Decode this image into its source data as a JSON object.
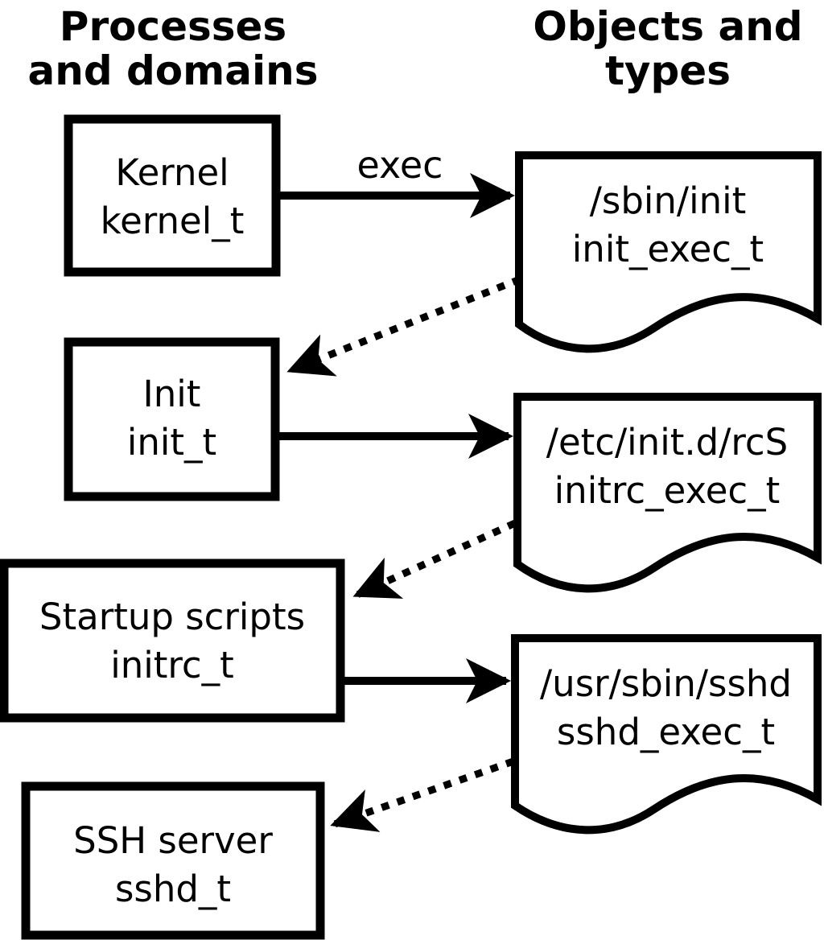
{
  "diagram": {
    "column_headers": [
      {
        "id": "processes",
        "text": "Processes\nand domains"
      },
      {
        "id": "objects",
        "text": "Objects and\ntypes"
      }
    ],
    "process_nodes": [
      {
        "id": "kernel",
        "process": "Kernel",
        "domain": "kernel_t",
        "label": "Kernel\nkernel_t"
      },
      {
        "id": "init",
        "process": "Init",
        "domain": "init_t",
        "label": "Init\ninit_t"
      },
      {
        "id": "startup-scripts",
        "process": "Startup scripts",
        "domain": "initrc_t",
        "label": "Startup scripts\ninitrc_t"
      },
      {
        "id": "ssh-server",
        "process": "SSH server",
        "domain": "sshd_t",
        "label": "SSH server\nsshd_t"
      }
    ],
    "object_nodes": [
      {
        "id": "sbin-init",
        "path": "/sbin/init",
        "type": "init_exec_t",
        "label": "/sbin/init\ninit_exec_t"
      },
      {
        "id": "etc-initd-rcs",
        "path": "/etc/init.d/rcS",
        "type": "initrc_exec_t",
        "label": "/etc/init.d/rcS\ninitrc_exec_t"
      },
      {
        "id": "usr-sbin-sshd",
        "path": "/usr/sbin/sshd",
        "type": "sshd_exec_t",
        "label": "/usr/sbin/sshd\nsshd_exec_t"
      }
    ],
    "edge_labels": {
      "exec": "exec"
    },
    "colors": {
      "line": "#000000",
      "background": "#ffffff"
    }
  }
}
